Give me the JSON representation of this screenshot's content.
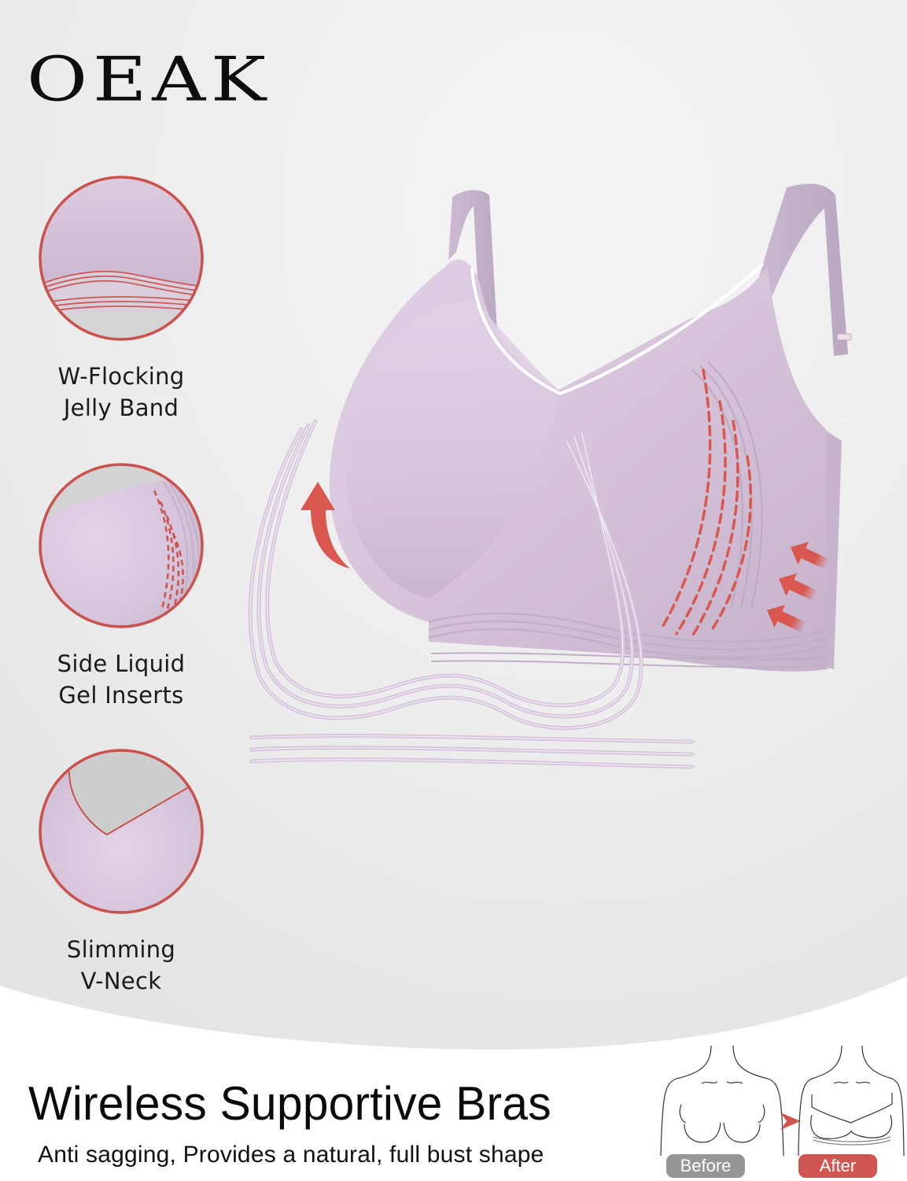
{
  "brand": {
    "logo_text": "OEAK"
  },
  "features": [
    {
      "id": "jelly-band",
      "icon": "wavy-band-lines-icon",
      "line1": "W-Flocking",
      "line2": "Jelly Band"
    },
    {
      "id": "gel-inserts",
      "icon": "dashed-side-seam-icon",
      "line1": "Side Liquid",
      "line2": "Gel Inserts"
    },
    {
      "id": "v-neck",
      "icon": "v-neckline-icon",
      "line1": "Slimming",
      "line2": "V-Neck"
    }
  ],
  "product": {
    "color_name": "lavender",
    "annotations": [
      "lift-up-arrow-icon",
      "side-push-arrows-icon",
      "support-wire-lines-icon"
    ]
  },
  "footer": {
    "headline": "Wireless Supportive Bras",
    "subline": "Anti sagging, Provides a natural, full bust shape"
  },
  "comparison": {
    "before_label": "Before",
    "after_label": "After",
    "arrow_icon": "right-arrow-icon"
  },
  "colors": {
    "accent_red": "#cf5550",
    "lavender": "#dccbe0",
    "lavender_shade": "#c8b5cc",
    "before_gray": "#979595",
    "background_gray": "#ebebeb",
    "text": "#111111"
  }
}
